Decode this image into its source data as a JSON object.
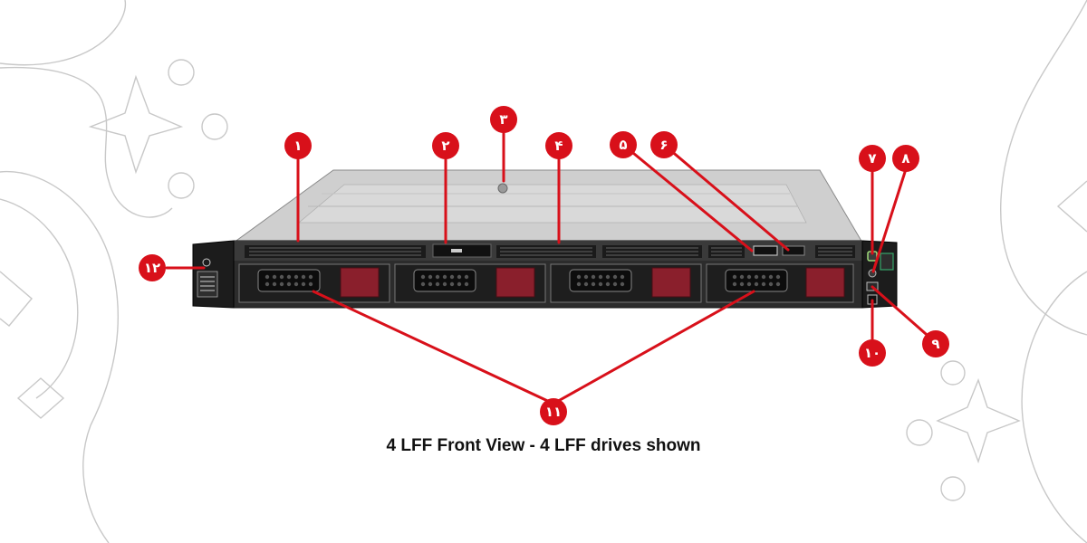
{
  "caption": "4 LFF Front View - 4 LFF drives shown",
  "colors": {
    "callout": "#d8101a",
    "callout_line": "#d8101a",
    "chassis_top": "#c9c9c9",
    "chassis_front": "#2a2a2a",
    "drive_handle": "#8a1f2c",
    "decor_lines": "#bdbdbd"
  },
  "callouts": [
    {
      "id": "1",
      "label": "۱"
    },
    {
      "id": "2",
      "label": "۲"
    },
    {
      "id": "3",
      "label": "۳"
    },
    {
      "id": "4",
      "label": "۴"
    },
    {
      "id": "5",
      "label": "۵"
    },
    {
      "id": "6",
      "label": "۶"
    },
    {
      "id": "7",
      "label": "۷"
    },
    {
      "id": "8",
      "label": "۸"
    },
    {
      "id": "9",
      "label": "۹"
    },
    {
      "id": "10",
      "label": "۱۰"
    },
    {
      "id": "11",
      "label": "۱۱"
    },
    {
      "id": "12",
      "label": "۱۲"
    }
  ],
  "drive_bays": [
    {
      "name": "drive-bay-1"
    },
    {
      "name": "drive-bay-2"
    },
    {
      "name": "drive-bay-3"
    },
    {
      "name": "drive-bay-4"
    }
  ]
}
